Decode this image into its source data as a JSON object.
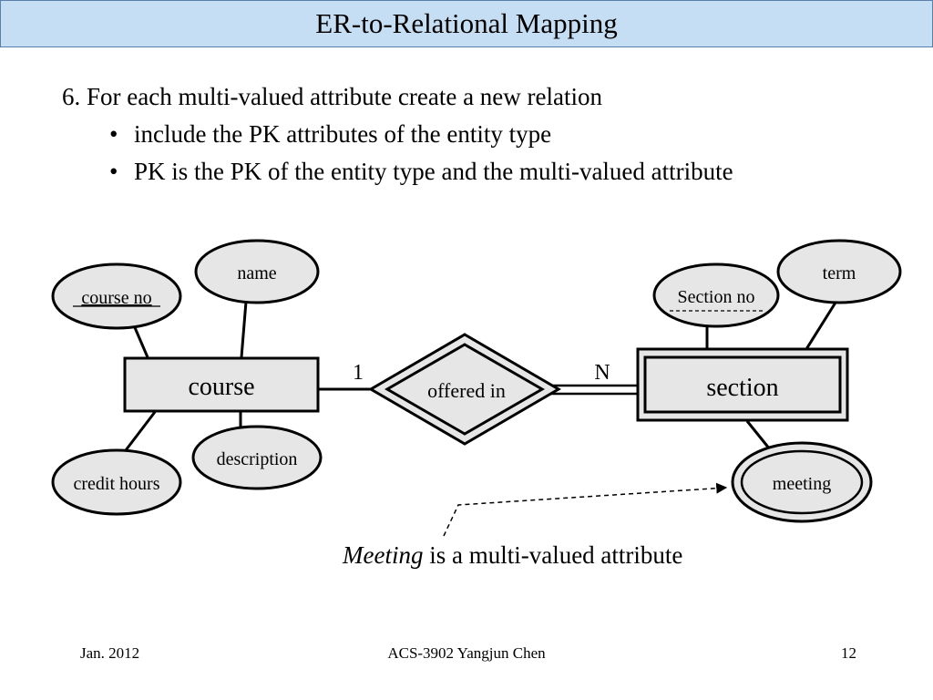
{
  "title": "ER-to-Relational Mapping",
  "bullets": {
    "main": "6. For each multi-valued attribute create a new relation",
    "subs": [
      "include the PK attributes of the entity type",
      "PK is the PK of the entity type and the multi-valued attribute"
    ]
  },
  "diagram": {
    "entities": {
      "course": "course",
      "section": "section"
    },
    "relationship": "offered in",
    "cardinalities": {
      "left": "1",
      "right": "N"
    },
    "attributes": {
      "course_no": "course no",
      "name": "name",
      "credit_hours": "credit hours",
      "description": "description",
      "section_no": "Section no",
      "term": "term",
      "meeting": "meeting"
    }
  },
  "note": {
    "emph": "Meeting",
    "rest": " is a multi-valued attribute"
  },
  "footer": {
    "date": "Jan. 2012",
    "course": "ACS-3902 Yangjun Chen",
    "page": "12"
  },
  "colors": {
    "title_bg": "#c6def3",
    "shape_fill": "#e6e6e6"
  }
}
